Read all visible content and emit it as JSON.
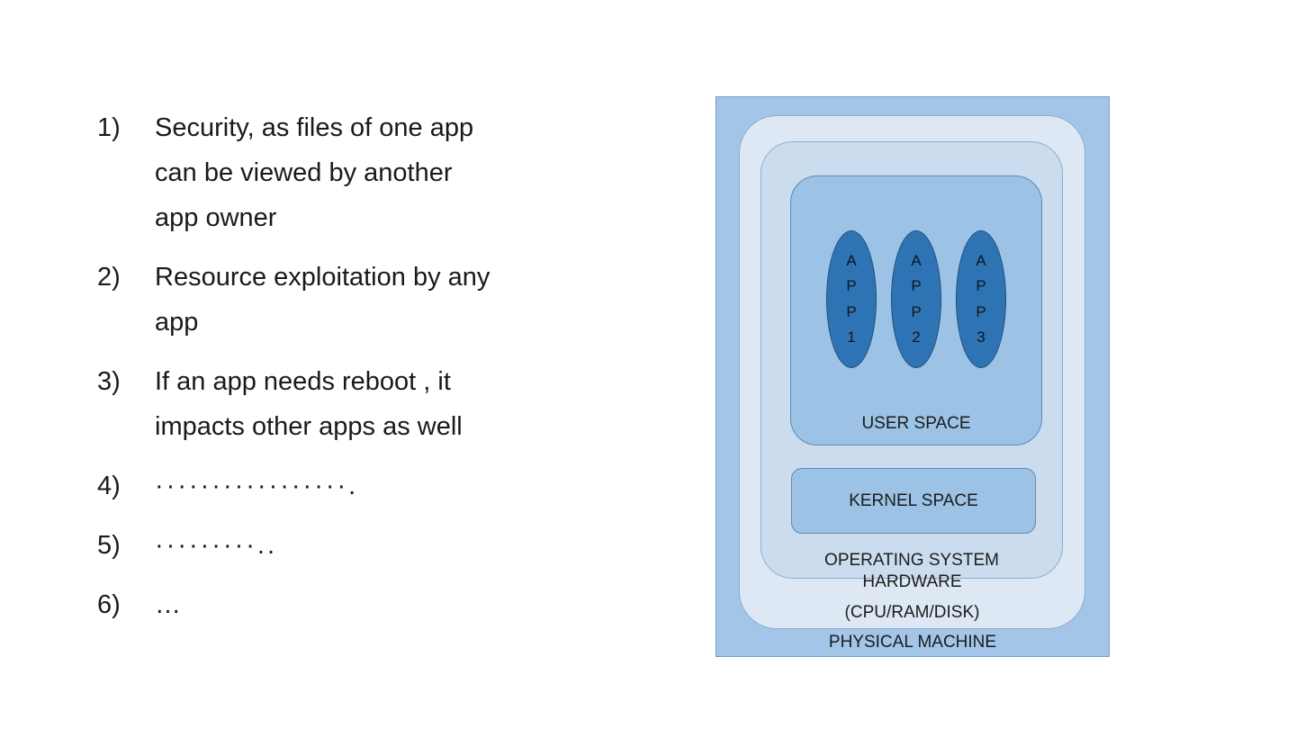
{
  "list": {
    "items": [
      {
        "number": "1)",
        "text": "Security, as files of one app\ncan be viewed by another\napp owner"
      },
      {
        "number": "2)",
        "text": "Resource exploitation by any\napp"
      },
      {
        "number": "3)",
        "text": "If an app needs reboot , it\nimpacts other apps as well"
      },
      {
        "number": "4)",
        "text": "·················."
      },
      {
        "number": "5)",
        "text": "·········.."
      },
      {
        "number": "6)",
        "text": "…"
      }
    ]
  },
  "diagram": {
    "labels": {
      "user_space": "USER SPACE",
      "kernel_space": "KERNEL SPACE",
      "operating_system": "OPERATING SYSTEM",
      "hardware_line1": "HARDWARE",
      "hardware_line2": "(CPU/RAM/DISK)",
      "physical_machine": "PHYSICAL MACHINE"
    },
    "apps": [
      {
        "name": "APP 1",
        "stacked": "A\nP\nP\n1"
      },
      {
        "name": "APP 2",
        "stacked": "A\nP\nP\n2"
      },
      {
        "name": "APP 3",
        "stacked": "A\nP\nP\n3"
      }
    ],
    "colors": {
      "physical_machine_fill": "#a2c5e8",
      "hardware_fill": "#dde8f4",
      "os_fill": "#cbdcee",
      "space_fill": "#9cc2e5",
      "app_fill": "#2e74b5",
      "border": "#5e8ab8"
    }
  }
}
